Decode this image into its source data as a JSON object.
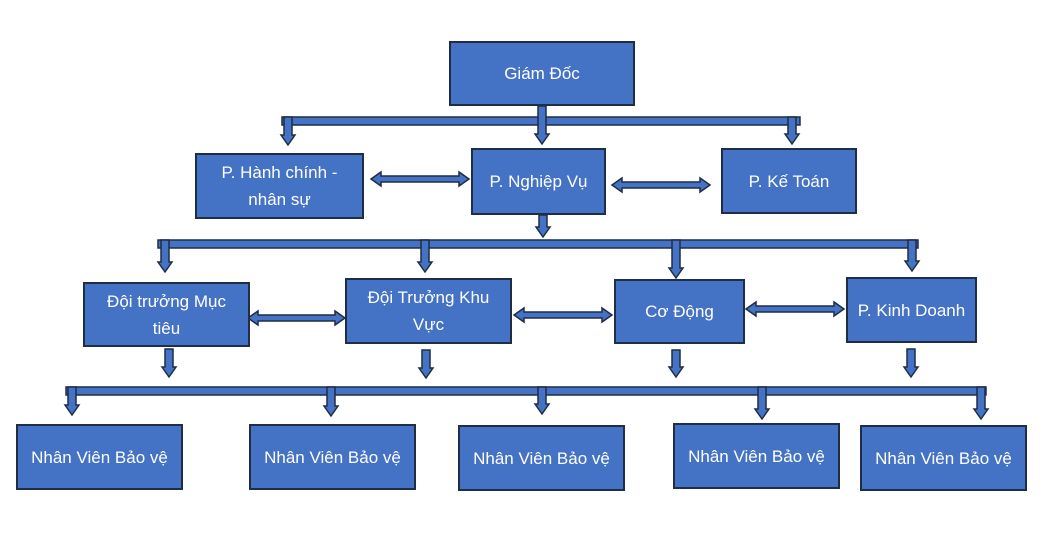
{
  "nodes": {
    "director": "Giám Đốc",
    "admin": "P. Hành chính - nhân sự",
    "operations": "P. Nghiệp Vụ",
    "accounting": "P. Kế Toán",
    "target_captain": "Đội trưởng Mục tiêu",
    "area_captain": "Đội Trưởng Khu Vực",
    "mobile": "Cơ Động",
    "sales": "P. Kinh Doanh",
    "guard_1": "Nhân Viên Bảo vệ",
    "guard_2": "Nhân Viên Bảo vệ",
    "guard_3": "Nhân Viên Bảo vệ",
    "guard_4": "Nhân Viên Bảo vệ",
    "guard_5": "Nhân Viên Bảo vệ"
  },
  "colors": {
    "box_fill": "#4472c4",
    "box_border": "#1f2d45",
    "connector_fill": "#4472c4",
    "connector_stroke": "#1f2d45",
    "text": "#ffffff"
  }
}
